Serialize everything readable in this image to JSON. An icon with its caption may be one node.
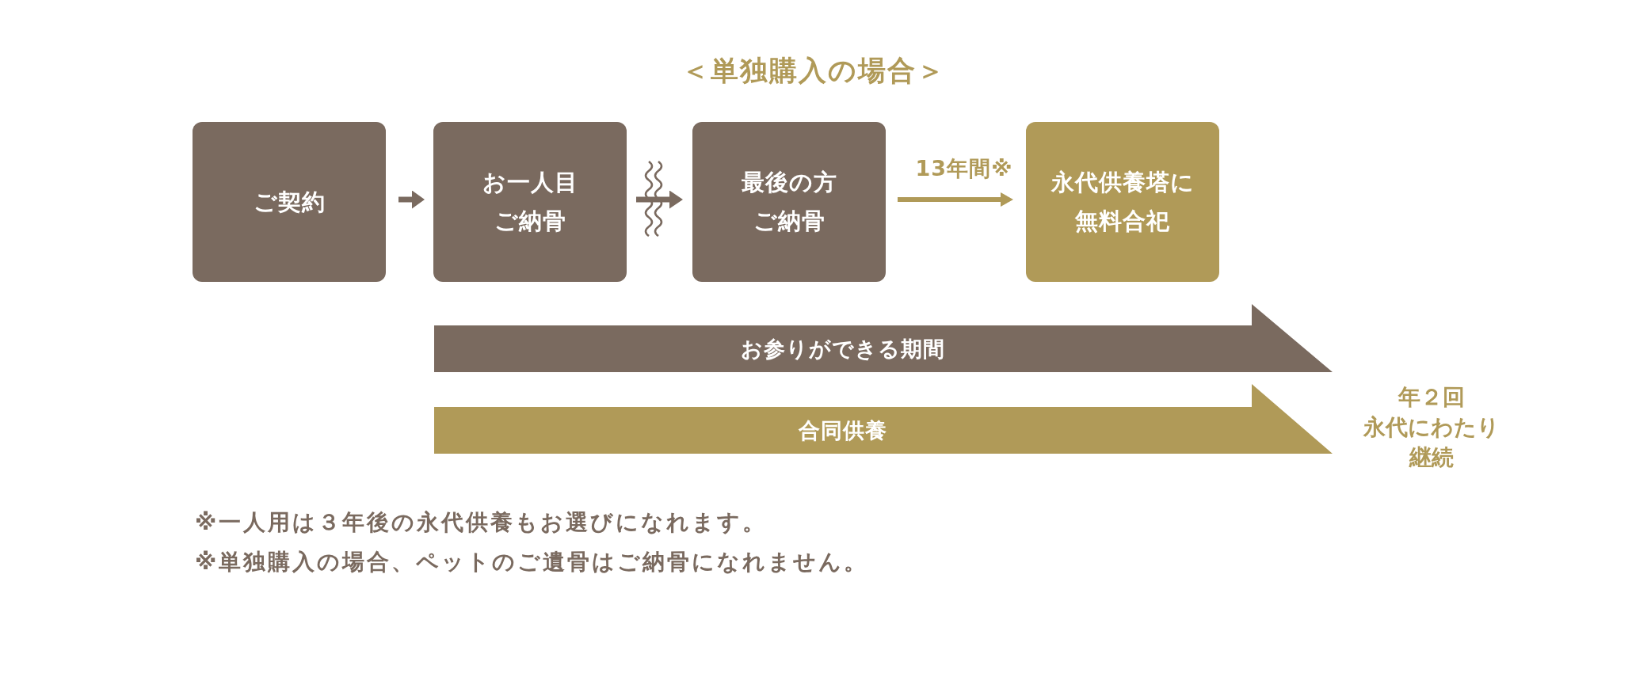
{
  "diagram": {
    "title": "＜単独購入の場合＞",
    "nodes": [
      {
        "text": [
          "ご契約"
        ]
      },
      {
        "text": [
          "お一人目ご納骨"
        ]
      },
      {
        "text": [
          "最後の方ご納骨"
        ]
      },
      {
        "text": [
          "永代供養塔に無料合祀"
        ]
      },
      {
        "text": [
          "お参りができる期間"
        ]
      },
      {
        "text": [
          "合同供養"
        ],
        "beside": [
          "年２回永代にわたり継続"
        ]
      }
    ],
    "edges": [
      {
        "from": 0,
        "to": 1,
        "arrow": "to"
      },
      {
        "from": 1,
        "to": 2,
        "arrow": "to"
      },
      {
        "from": 2,
        "to": 3,
        "arrow": "to",
        "label": "13年間※",
        "color": "#b09a58"
      }
    ],
    "labels": [
      "※一人用は３年後の永代供養もお選びになれます。",
      "※単独購入の場合、ペットのご遺骨はご納骨になれません。"
    ]
  }
}
